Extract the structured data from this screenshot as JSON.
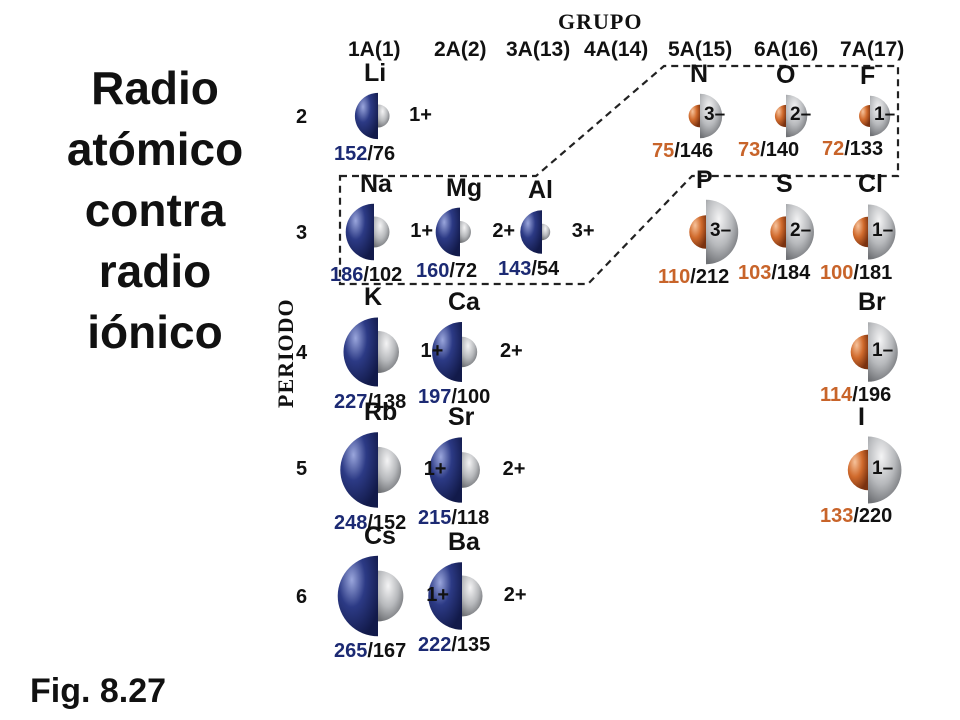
{
  "title_lines": [
    "Radio",
    "atómico",
    "contra",
    "radio",
    "iónico"
  ],
  "figure_label": "Fig. 8.27",
  "axis": {
    "grupo": "GRUPO",
    "periodo": "PERIODO"
  },
  "colors": {
    "cation_atom": "#2c3a85",
    "anion_atom": "#d06a2c",
    "ion_gray": "#b7b9bc",
    "cation_text": "#1c2a73",
    "anion_text": "#c8642a"
  },
  "groups": [
    "1A(1)",
    "2A(2)",
    "3A(13)",
    "4A(14)",
    "5A(15)",
    "6A(16)",
    "7A(17)"
  ],
  "periods": [
    "2",
    "3",
    "4",
    "5",
    "6"
  ],
  "cations": [
    {
      "symbol": "Li",
      "charge": "1+",
      "atomic": "152",
      "ionic": "/76"
    },
    {
      "symbol": "Na",
      "charge": "1+",
      "atomic": "186",
      "ionic": "/102"
    },
    {
      "symbol": "Mg",
      "charge": "2+",
      "atomic": "160",
      "ionic": "/72"
    },
    {
      "symbol": "Al",
      "charge": "3+",
      "atomic": "143",
      "ionic": "/54"
    },
    {
      "symbol": "K",
      "charge": "1+",
      "atomic": "227",
      "ionic": "/138"
    },
    {
      "symbol": "Ca",
      "charge": "2+",
      "atomic": "197",
      "ionic": "/100"
    },
    {
      "symbol": "Rb",
      "charge": "1+",
      "atomic": "248",
      "ionic": "/152"
    },
    {
      "symbol": "Sr",
      "charge": "2+",
      "atomic": "215",
      "ionic": "/118"
    },
    {
      "symbol": "Cs",
      "charge": "1+",
      "atomic": "265",
      "ionic": "/167"
    },
    {
      "symbol": "Ba",
      "charge": "2+",
      "atomic": "222",
      "ionic": "/135"
    }
  ],
  "anions": [
    {
      "symbol": "N",
      "charge": "3–",
      "atomic": "75",
      "ionic": "/146"
    },
    {
      "symbol": "O",
      "charge": "2–",
      "atomic": "73",
      "ionic": "/140"
    },
    {
      "symbol": "F",
      "charge": "1–",
      "atomic": "72",
      "ionic": "/133"
    },
    {
      "symbol": "P",
      "charge": "3–",
      "atomic": "110",
      "ionic": "/212"
    },
    {
      "symbol": "S",
      "charge": "2–",
      "atomic": "103",
      "ionic": "/184"
    },
    {
      "symbol": "Cl",
      "charge": "1–",
      "atomic": "100",
      "ionic": "/181"
    },
    {
      "symbol": "Br",
      "charge": "1–",
      "atomic": "114",
      "ionic": "/196"
    },
    {
      "symbol": "I",
      "charge": "1–",
      "atomic": "133",
      "ionic": "/220"
    }
  ]
}
